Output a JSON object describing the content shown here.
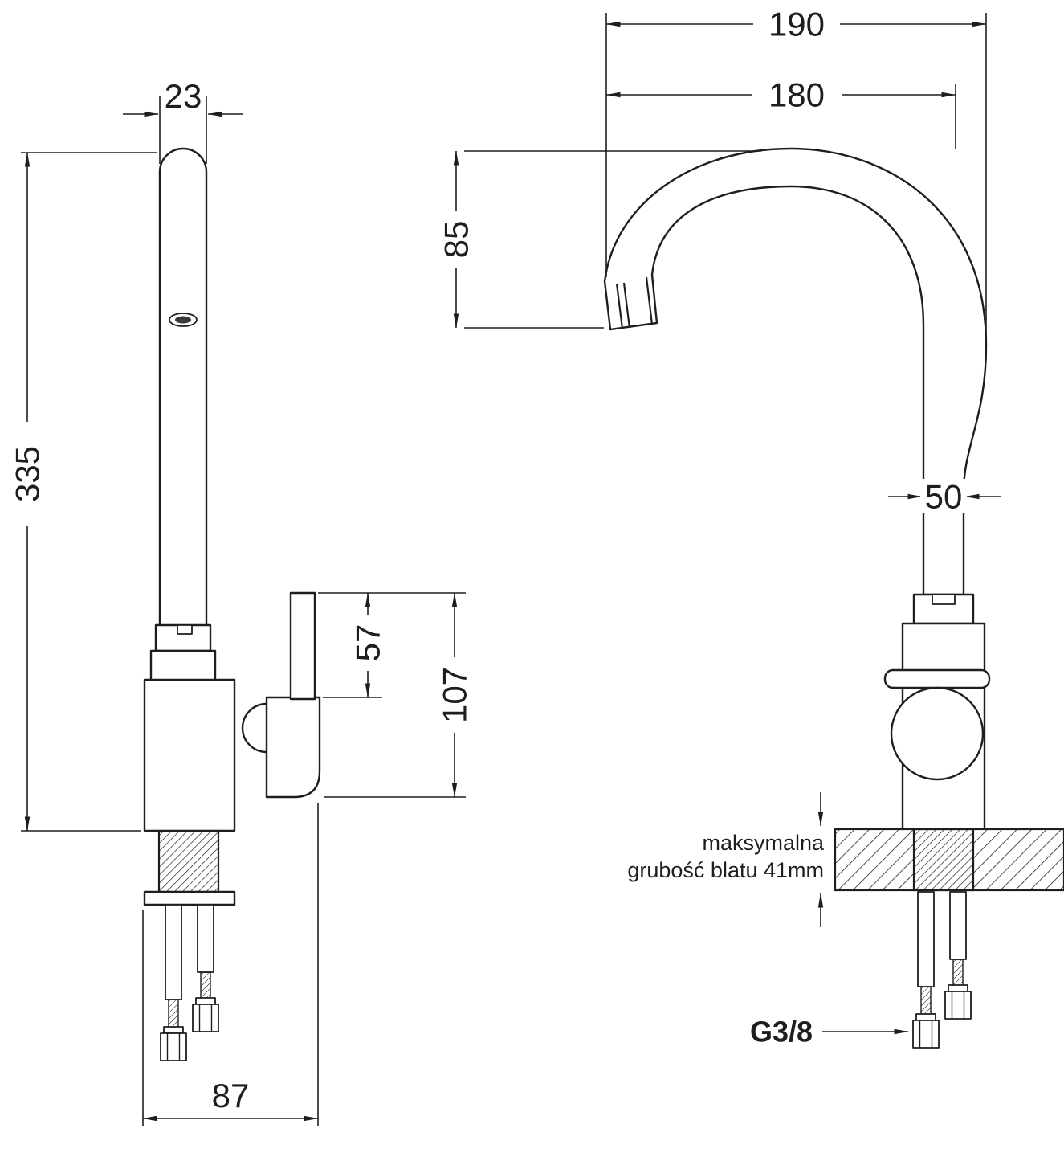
{
  "page": {
    "background": "#ffffff",
    "line_color": "#1e1e1e"
  },
  "drawing": {
    "side_view": {
      "dim_spout_width": "23",
      "dim_total_height": "335",
      "dim_lever_height": "57",
      "dim_body_height": "107",
      "dim_base_width": "87"
    },
    "front_view": {
      "dim_overall_reach": "190",
      "dim_spout_reach": "180",
      "dim_spout_drop": "85",
      "dim_pipe_width": "50",
      "note_line1": "maksymalna",
      "note_line2": "grubość blatu 41mm",
      "thread_label": "G3/8"
    }
  }
}
